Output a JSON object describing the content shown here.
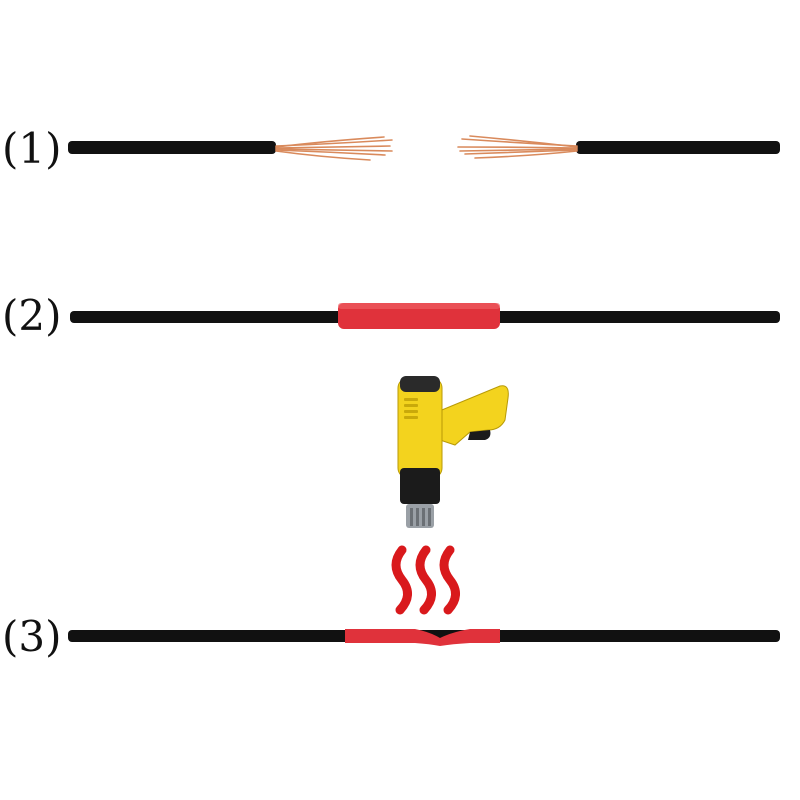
{
  "steps": [
    {
      "label": "(1)",
      "state": "stripped-wires"
    },
    {
      "label": "(2)",
      "state": "sleeve-placed"
    },
    {
      "label": "(3)",
      "state": "sleeve-shrunk"
    }
  ],
  "tool": {
    "icon": "heat-gun-icon",
    "heat_icon": "heat-waves-icon"
  },
  "colors": {
    "wire": "#111111",
    "copper": "#d98a5c",
    "sleeve": "#e0323b",
    "sleeve_dark": "#b81f28",
    "gun_yellow": "#f3d31e",
    "gun_dark": "#1b1b1b",
    "heat": "#d9191c"
  }
}
